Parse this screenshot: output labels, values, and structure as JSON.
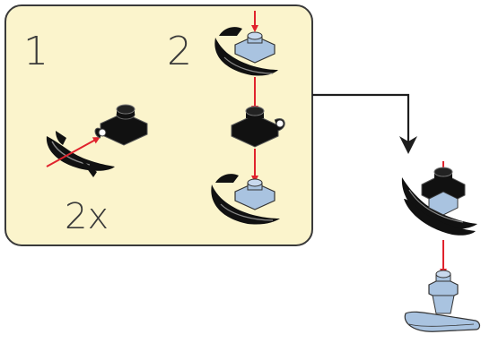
{
  "panel": {
    "step1_number": "1",
    "step2_number": "2",
    "multiplier": "2x"
  },
  "colors": {
    "panel_fill": "#fbf4cc",
    "panel_border": "#3a3a3a",
    "arrow_red": "#e0232d",
    "callout_line": "#1e1e1e",
    "part_light_blue": "#a9c3e0",
    "part_black": "#111111",
    "part_grey": "#8a8a8a"
  },
  "icons": {
    "claw": "claw-icon",
    "plate_black": "black-plate-icon",
    "plate_light_blue": "light-blue-plate-icon",
    "ski": "ski-icon"
  }
}
